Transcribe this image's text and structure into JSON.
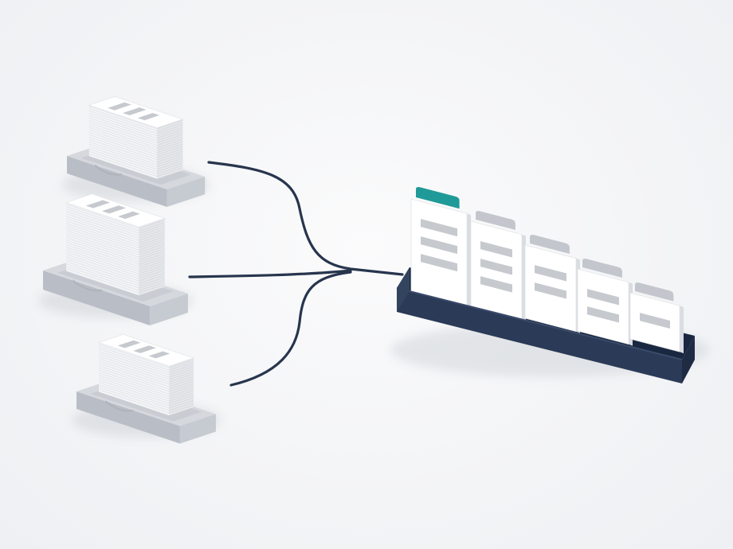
{
  "scene": {
    "colors": {
      "background": "#f4f5f7",
      "tray": "#d5d8dd",
      "tray_dark": "#b9bec6",
      "paper": "#ffffff",
      "paper_edge": "#dfe2e6",
      "text_bar": "#c6c9ce",
      "cable": "#27354d",
      "rack": "#2a3a57",
      "rack_dark": "#1e2b43",
      "tab_accent": "#1f9a98",
      "tab_gray": "#c3c7cd"
    },
    "input_trays": [
      {
        "name": "stack-top",
        "text_lines": 3
      },
      {
        "name": "stack-middle",
        "text_lines": 3
      },
      {
        "name": "stack-bottom",
        "text_lines": 3
      }
    ],
    "output_cards": [
      {
        "tab": "accent",
        "text_lines": 3
      },
      {
        "tab": "gray",
        "text_lines": 3
      },
      {
        "tab": "gray",
        "text_lines": 2
      },
      {
        "tab": "gray",
        "text_lines": 2
      },
      {
        "tab": "gray",
        "text_lines": 1
      }
    ]
  }
}
